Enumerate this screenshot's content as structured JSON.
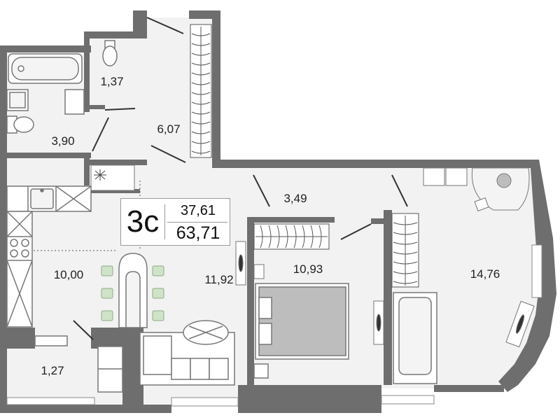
{
  "apartment": {
    "code": "3с",
    "living_area": "37,61",
    "total_area": "63,71"
  },
  "rooms": [
    {
      "id": "wc",
      "area": "1,37"
    },
    {
      "id": "bathroom",
      "area": "3,90"
    },
    {
      "id": "hall",
      "area": "6,07"
    },
    {
      "id": "corridor",
      "area": "3,49"
    },
    {
      "id": "kitchen",
      "area": "10,00"
    },
    {
      "id": "living-room",
      "area": "11,92"
    },
    {
      "id": "bedroom",
      "area": "10,93"
    },
    {
      "id": "bedroom-2",
      "area": "14,76"
    },
    {
      "id": "balcony",
      "area": "1,27"
    }
  ],
  "colors": {
    "wall": "#6e6e6e",
    "floor": "#f2f2f2",
    "fixture": "#bdbdbd",
    "plant": "#cfe3c8"
  }
}
